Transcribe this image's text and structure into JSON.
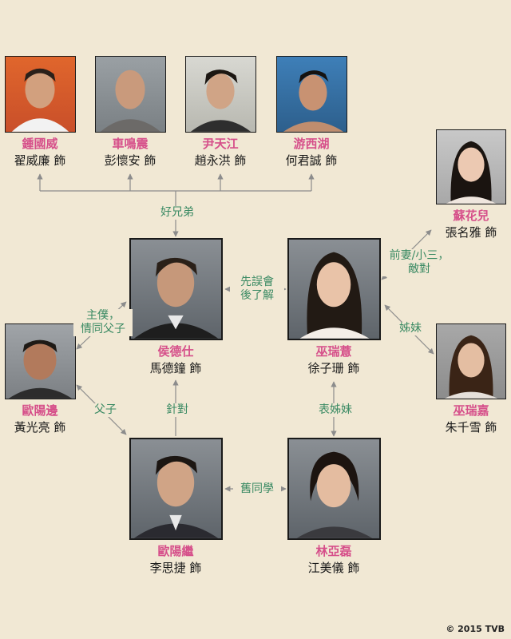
{
  "characters": {
    "chung_kwok_wai": {
      "role": "鍾國威",
      "actor": "翟威廉 飾"
    },
    "che_ming_chun": {
      "role": "車鳴震",
      "actor": "彭懷安 飾"
    },
    "wan_tin_kong": {
      "role": "尹天江",
      "actor": "趙永洪 飾"
    },
    "yau_sai_wu": {
      "role": "游西湖",
      "actor": "何君誠 飾"
    },
    "so_fa_yee": {
      "role": "蘇花兒",
      "actor": "張名雅 飾"
    },
    "hau_tak_sze": {
      "role": "侯德仕",
      "actor": "馬德鐘 飾"
    },
    "mo_sui_yi": {
      "role": "巫瑞薏",
      "actor": "徐子珊 飾"
    },
    "au_yeung_bin": {
      "role": "歐陽邊",
      "actor": "黃光亮 飾"
    },
    "mo_sui_ka": {
      "role": "巫瑞嘉",
      "actor": "朱千雪 飾"
    },
    "au_yeung_kai": {
      "role": "歐陽繼",
      "actor": "李思捷 飾"
    },
    "lam_ah_lui": {
      "role": "林亞磊",
      "actor": "江美儀 飾"
    }
  },
  "relations": {
    "brothers": "好兄弟",
    "misunderstand": [
      "先誤會",
      "後了解"
    ],
    "ex_wife": [
      "前妻/小三，",
      "敵對"
    ],
    "sisters": "姊妹",
    "servant": [
      "主僕，",
      "情同父子"
    ],
    "father_son": "父子",
    "against": "針對",
    "cousins": "表姊妹",
    "classmates": "舊同學"
  },
  "copyright": "© 2015 TVB",
  "colors": {
    "background": "#f1e8d4",
    "role_text": "#d64f8a",
    "relation_text": "#3a8a63",
    "line": "#8c8c8c"
  }
}
